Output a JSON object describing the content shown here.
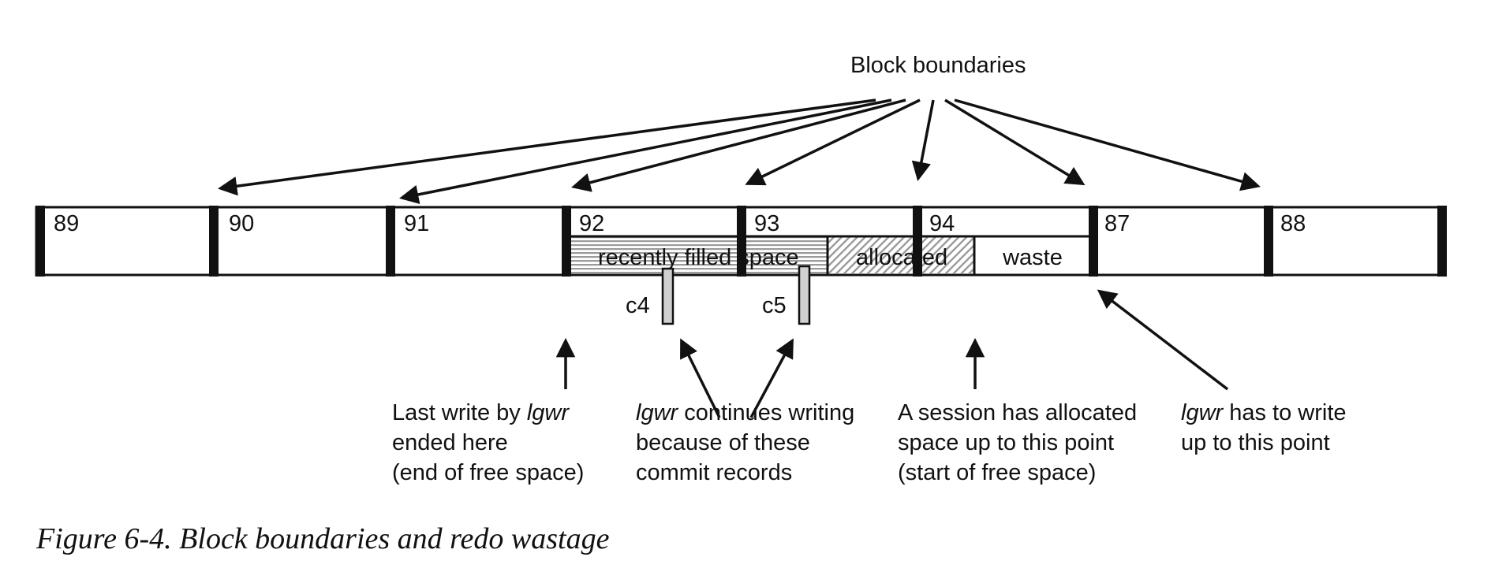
{
  "title_label": "Block boundaries",
  "blocks": [
    "89",
    "90",
    "91",
    "92",
    "93",
    "94",
    "87",
    "88"
  ],
  "regions": {
    "recently_filled": "recently filled space",
    "allocated": "allocated",
    "waste": "waste"
  },
  "commit_markers": [
    "c4",
    "c5"
  ],
  "annotations": {
    "last_write": {
      "line1_pre": "Last write by ",
      "line1_em": "lgwr",
      "line2": "ended here",
      "line3": "(end of free space)"
    },
    "continues": {
      "line1_em": "lgwr",
      "line1_post": " continues writing",
      "line2": "because of these",
      "line3": "commit records"
    },
    "session": {
      "line1": "A session has allocated",
      "line2": "space up to this point",
      "line3": "(start of free space)"
    },
    "has_to_write": {
      "line1_em": "lgwr",
      "line1_post": " has to write",
      "line2": "up to this point"
    }
  },
  "caption": {
    "label": "Figure 6-4.",
    "text": "Block boundaries and redo wastage"
  }
}
